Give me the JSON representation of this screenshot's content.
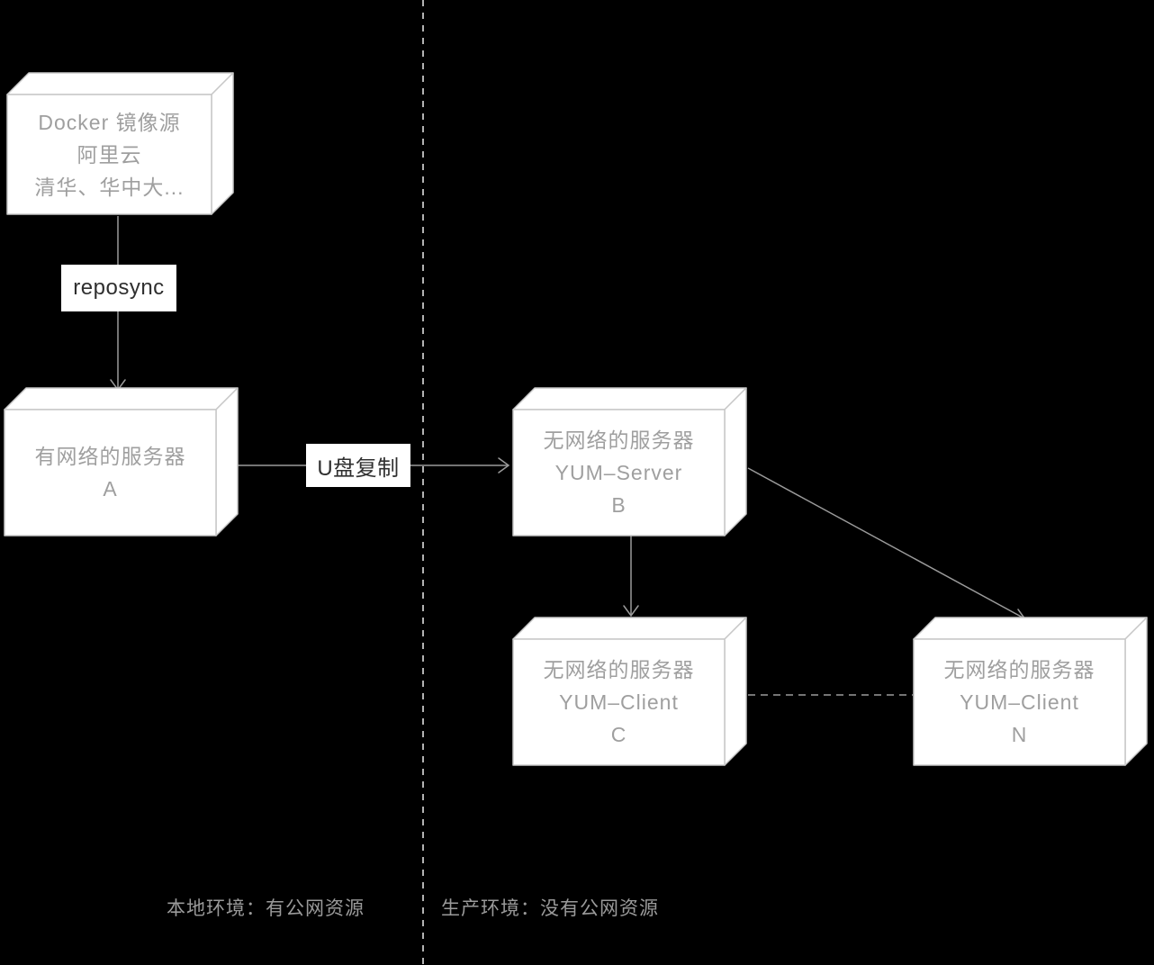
{
  "palette": {
    "background": "#000000",
    "node_fill": "#ffffff",
    "node_border": "#c8c8c8",
    "node_text": "#9f9f9f",
    "connector": "#9b9b9b",
    "edge_label_text": "#2f2f2f",
    "caption_text": "#9a9a9a"
  },
  "nodes": {
    "docker_mirror": {
      "lines": [
        "Docker 镜像源",
        "阿里云",
        "清华、华中大..."
      ]
    },
    "server_a": {
      "lines": [
        "有网络的服务器",
        "A"
      ]
    },
    "yum_server_b": {
      "lines": [
        "无网络的服务器",
        "YUM–Server",
        "B"
      ]
    },
    "yum_client_c": {
      "lines": [
        "无网络的服务器",
        "YUM–Client",
        "C"
      ]
    },
    "yum_client_n": {
      "lines": [
        "无网络的服务器",
        "YUM–Client",
        "N"
      ]
    }
  },
  "edges": {
    "reposync_label": "reposync",
    "usb_copy_label": "U盘复制"
  },
  "captions": {
    "local_env": "本地环境：有公网资源",
    "prod_env": "生产环境：没有公网资源"
  }
}
